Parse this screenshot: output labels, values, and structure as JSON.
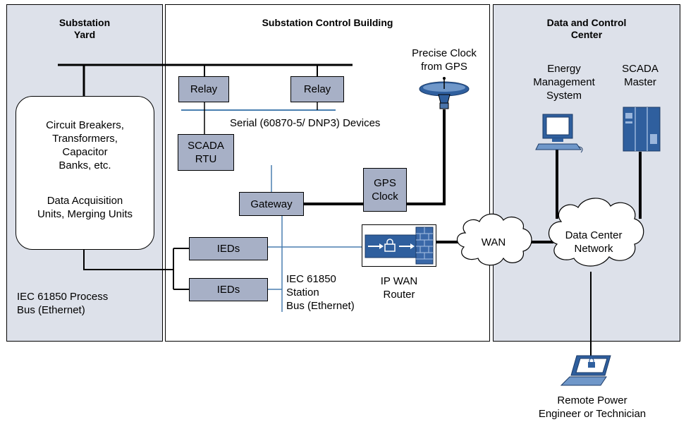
{
  "panels": {
    "yard_title": "Substation\nYard",
    "building_title": "Substation Control Building",
    "center_title": "Data and Control\nCenter"
  },
  "yard": {
    "equipment_text": "Circuit Breakers,\nTransformers,\nCapacitor\nBanks, etc.",
    "acquisition_text": "Data Acquisition\nUnits, Merging Units",
    "process_bus": "IEC 61850 Process\nBus (Ethernet)"
  },
  "building": {
    "relay_1": "Relay",
    "relay_2": "Relay",
    "serial_label": "Serial (60870-5/ DNP3) Devices",
    "rtu": "SCADA\nRTU",
    "gateway": "Gateway",
    "gps_clock": "GPS\nClock",
    "gps_antenna_label": "Precise Clock\nfrom GPS",
    "ied_1": "IEDs",
    "ied_2": "IEDs",
    "station_bus": "IEC 61850\nStation\nBus (Ethernet)",
    "router_label": "IP WAN\nRouter"
  },
  "wan": {
    "label": "WAN"
  },
  "center": {
    "ems_label": "Energy\nManagement\nSystem",
    "scada_master_label": "SCADA\nMaster",
    "network_label": "Data Center\nNetwork"
  },
  "remote": {
    "label": "Remote Power\nEngineer or Technician"
  },
  "colors": {
    "panel_gray": "#dde1ea",
    "box_fill": "#a7b0c6",
    "station_bus_line": "#4a7fb0",
    "equipment_blue": "#2f5f9e"
  }
}
